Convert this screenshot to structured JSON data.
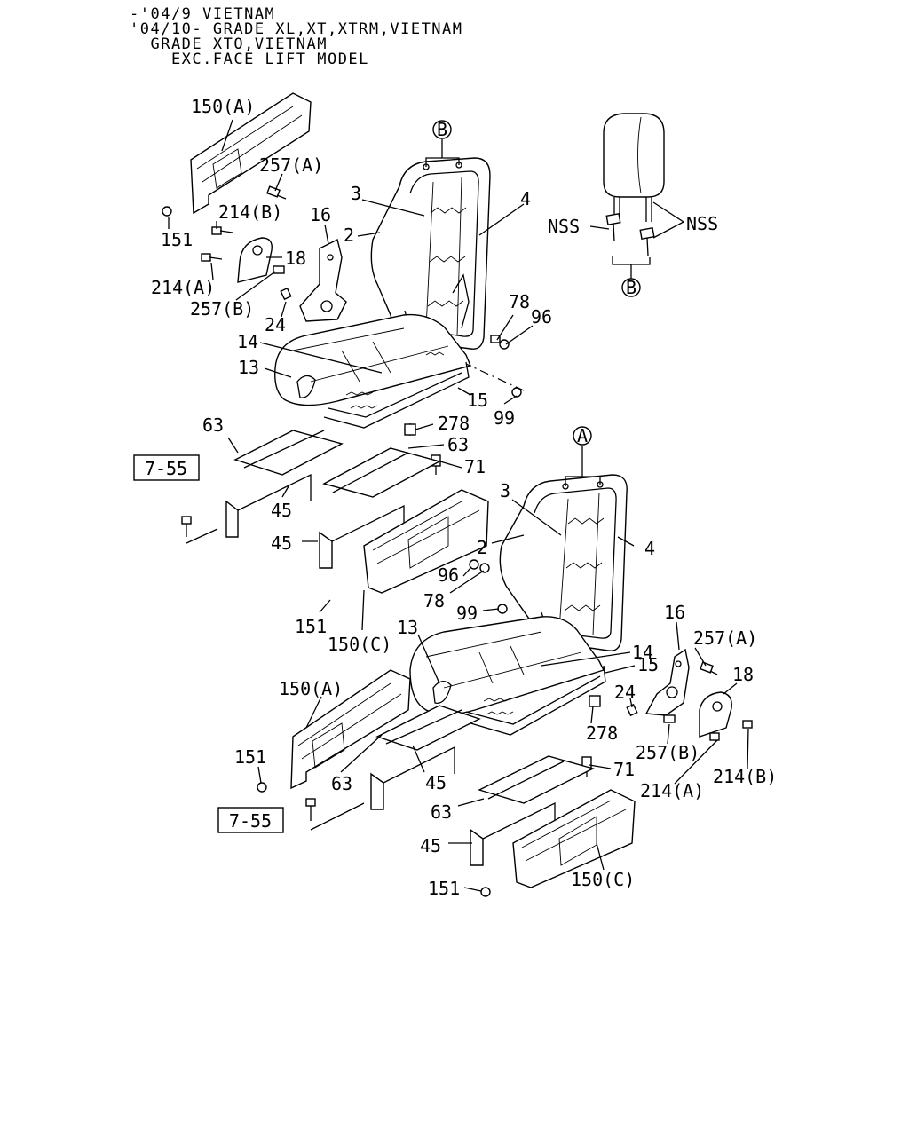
{
  "header": {
    "lines": [
      "-'04/9 VIETNAM",
      "'04/10- GRADE XL,XT,XTRM,VIETNAM",
      "  GRADE XTO,VIETNAM",
      "    EXC.FACE LIFT MODEL"
    ]
  },
  "refs": {
    "a": "A",
    "b": "B"
  },
  "boxed": {
    "ref_top": "7-55",
    "ref_bottom": "7-55"
  },
  "headrest": {
    "nss_left": "NSS",
    "nss_right": "NSS"
  },
  "upper_seat": {
    "l150a": "150(A)",
    "l257a": "257(A)",
    "l214b": "214(B)",
    "l16": "16",
    "l151": "151",
    "l214a": "214(A)",
    "l18": "18",
    "l257b": "257(B)",
    "l24": "24",
    "l3": "3",
    "l2": "2",
    "l4": "4",
    "l78": "78",
    "l96": "96",
    "l14": "14",
    "l13": "13",
    "l15": "15",
    "l99": "99",
    "l278": "278",
    "l63a": "63",
    "l63b": "63",
    "l71": "71",
    "l45a": "45",
    "l45b": "45",
    "l151b": "151",
    "l150c": "150(C)"
  },
  "lower_seat": {
    "l3": "3",
    "l4": "4",
    "l2": "2",
    "l96": "96",
    "l78": "78",
    "l99": "99",
    "l13": "13",
    "l14": "14",
    "l16": "16",
    "l257a": "257(A)",
    "l15": "15",
    "l18": "18",
    "l150a": "150(A)",
    "l24": "24",
    "l278": "278",
    "l151": "151",
    "l257b": "257(B)",
    "l63a": "63",
    "l45a": "45",
    "l71": "71",
    "l214a": "214(A)",
    "l214b": "214(B)",
    "l63b": "63",
    "l45b": "45",
    "l150c": "150(C)",
    "l151b": "151"
  }
}
